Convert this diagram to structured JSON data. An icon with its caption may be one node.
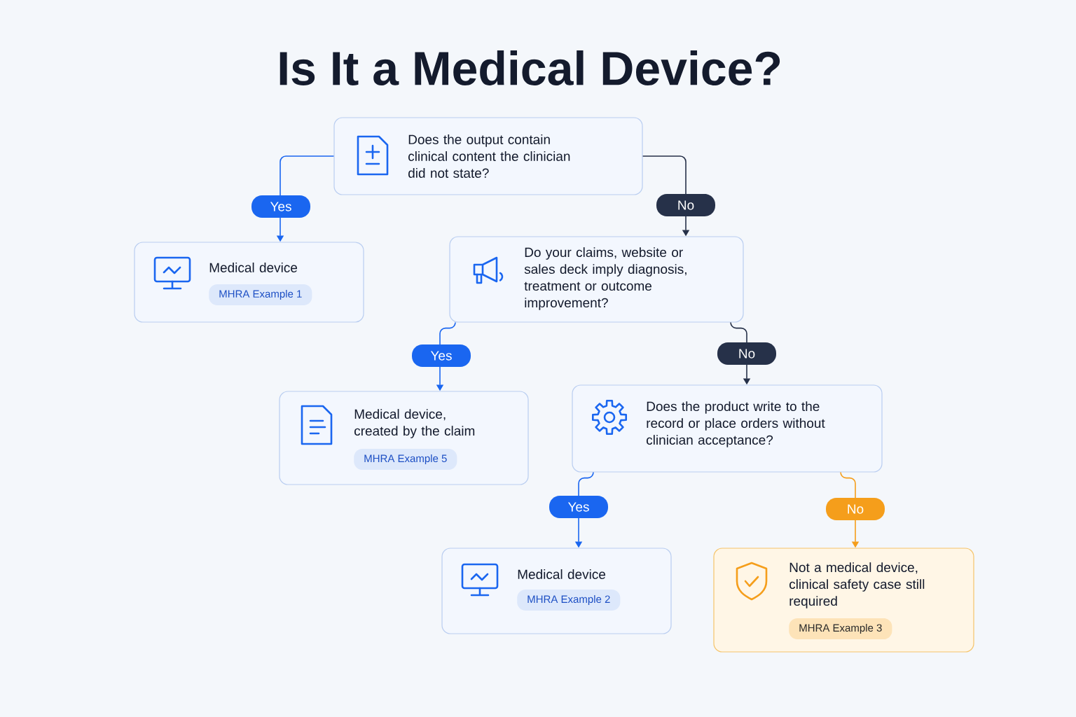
{
  "diagram": {
    "title": "Is It a Medical Device?",
    "nodes": [
      {
        "text": [
          "Does the output contain clinical content the clinician did not state?"
        ]
      },
      {
        "text": [
          "Medical device",
          "MHRA Example 1"
        ]
      },
      {
        "text": [
          "Do your claims, website or sales deck imply diagnosis, treatment or outcome improvement?"
        ]
      },
      {
        "text": [
          "Medical device, created by the claim",
          "MHRA Example 5"
        ]
      },
      {
        "text": [
          "Does the product write to the record or place orders without clinician acceptance?"
        ]
      },
      {
        "text": [
          "Medical device",
          "MHRA Example 2"
        ]
      },
      {
        "text": [
          "Not a medical device, clinical safety case still required",
          "MHRA Example 3"
        ]
      }
    ],
    "edges": [
      {
        "from": 0,
        "to": 1,
        "arrow": "to",
        "label": "Yes",
        "color": "#1a66f0"
      },
      {
        "from": 0,
        "to": 2,
        "arrow": "to",
        "label": "No",
        "color": "#263149"
      },
      {
        "from": 2,
        "to": 3,
        "arrow": "to",
        "label": "Yes",
        "color": "#1a66f0"
      },
      {
        "from": 2,
        "to": 4,
        "arrow": "to",
        "label": "No",
        "color": "#263149"
      },
      {
        "from": 4,
        "to": 5,
        "arrow": "to",
        "label": "Yes",
        "color": "#1a66f0"
      },
      {
        "from": 4,
        "to": 6,
        "arrow": "to",
        "label": "No",
        "color": "#f59e1b"
      }
    ]
  }
}
